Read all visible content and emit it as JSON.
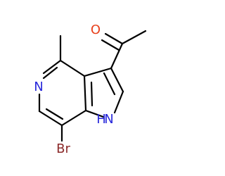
{
  "molecule": {
    "atoms": {
      "oxygen": {
        "label": "O",
        "color": "#e8401c"
      },
      "pyridine_n": {
        "label": "N",
        "color": "#2a2adb"
      },
      "pyrrole_nh": {
        "label": "N",
        "color": "#2a2adb",
        "hydrogen": "H"
      },
      "bromine": {
        "label": "Br",
        "color": "#8b2a2a"
      }
    }
  }
}
